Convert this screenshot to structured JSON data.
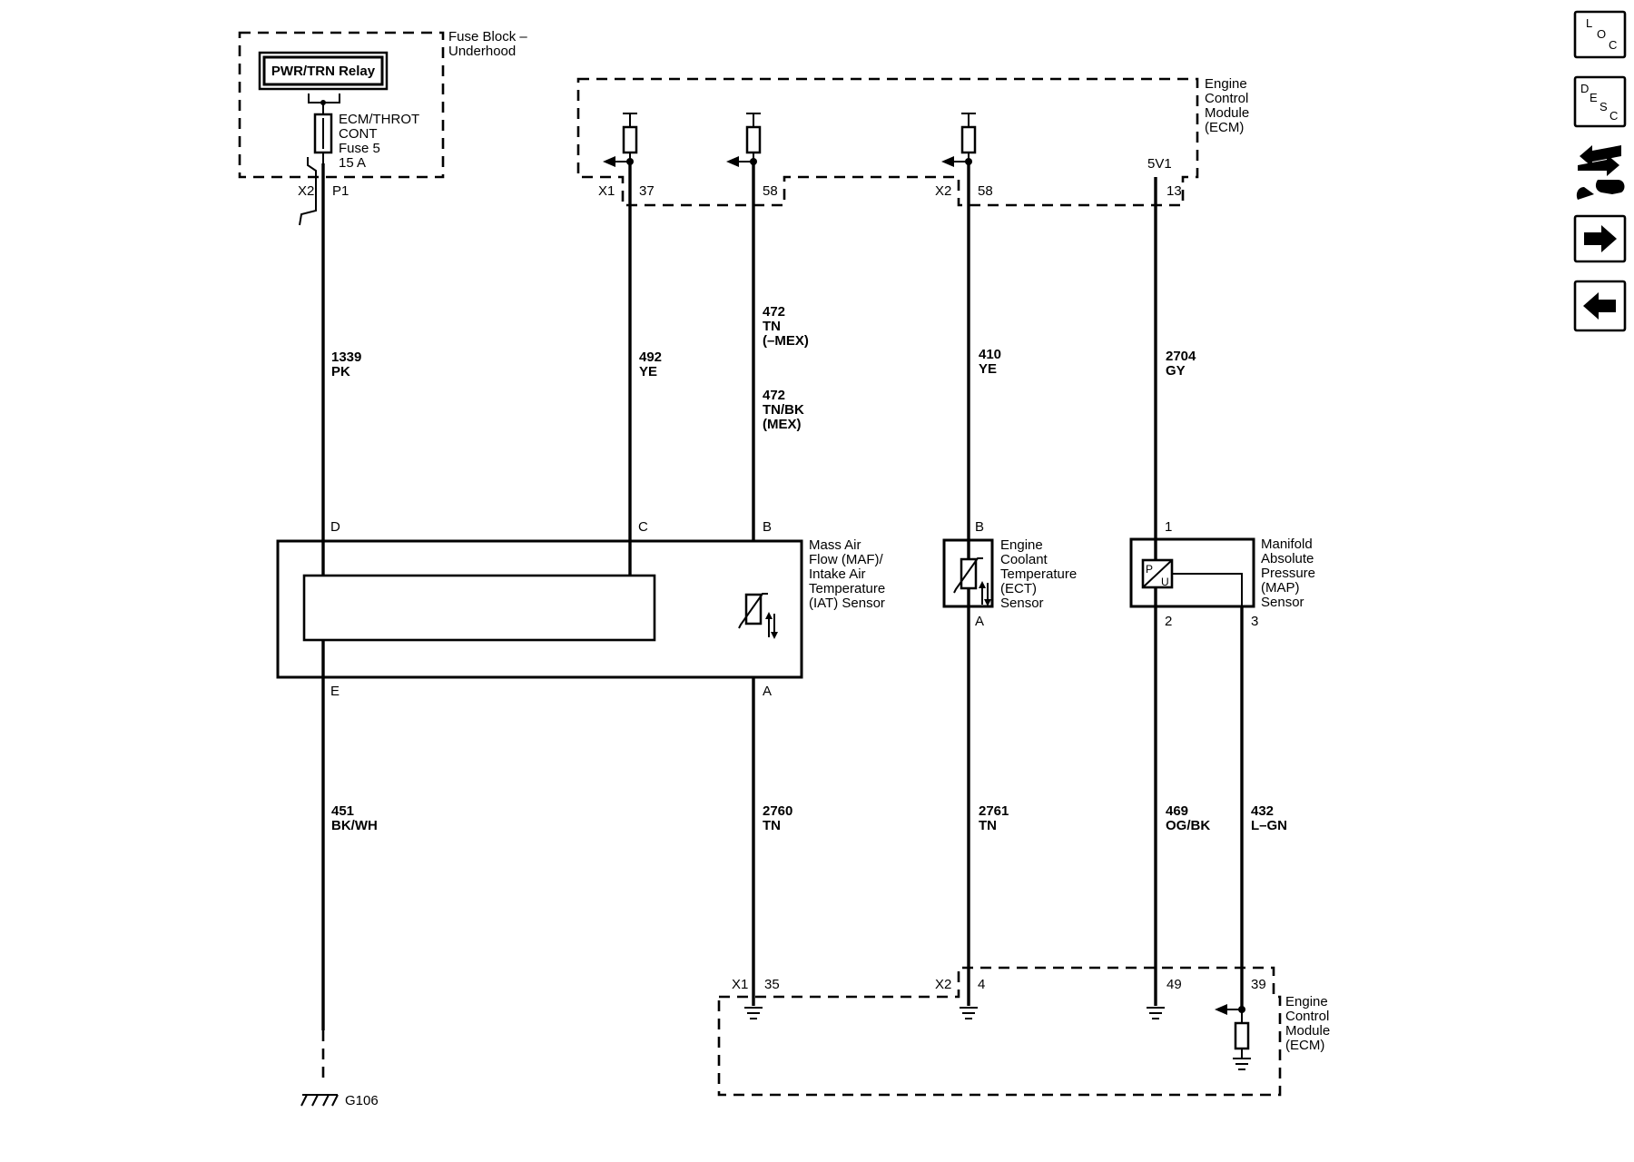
{
  "fuse_block": {
    "title_line1": "Fuse Block –",
    "title_line2": "Underhood",
    "relay_label": "PWR/TRN Relay",
    "fuse_line1": "ECM/THROT",
    "fuse_line2": "CONT",
    "fuse_line3": "Fuse 5",
    "fuse_line4": "15 A",
    "connector": "X2",
    "pin": "P1"
  },
  "ecm_top": {
    "title_line1": "Engine",
    "title_line2": "Control",
    "title_line3": "Module",
    "title_line4": "(ECM)",
    "connector_x1": "X1",
    "connector_x2": "X2",
    "pin_37": "37",
    "pin_58a": "58",
    "pin_58b": "58",
    "pin_13": "13",
    "supply_label": "5V1"
  },
  "wires": {
    "w1339_circuit": "1339",
    "w1339_color": "PK",
    "w492_circuit": "492",
    "w492_color": "YE",
    "w472_circuit": "472",
    "w472_color": "TN",
    "w472_note": "(–MEX)",
    "w472b_circuit": "472",
    "w472b_color": "TN/BK",
    "w472b_note": "(MEX)",
    "w410_circuit": "410",
    "w410_color": "YE",
    "w2704_circuit": "2704",
    "w2704_color": "GY",
    "w451_circuit": "451",
    "w451_color": "BK/WH",
    "w2760_circuit": "2760",
    "w2760_color": "TN",
    "w2761_circuit": "2761",
    "w2761_color": "TN",
    "w469_circuit": "469",
    "w469_color": "OG/BK",
    "w432_circuit": "432",
    "w432_color": "L–GN"
  },
  "maf_sensor": {
    "pin_d": "D",
    "pin_c": "C",
    "pin_b": "B",
    "pin_e": "E",
    "pin_a": "A",
    "label_line1": "Mass Air",
    "label_line2": "Flow (MAF)/",
    "label_line3": "Intake Air",
    "label_line4": "Temperature",
    "label_line5": "(IAT) Sensor"
  },
  "ect_sensor": {
    "pin_b": "B",
    "pin_a": "A",
    "label_line1": "Engine",
    "label_line2": "Coolant",
    "label_line3": "Temperature",
    "label_line4": "(ECT)",
    "label_line5": "Sensor"
  },
  "map_sensor": {
    "pin_1": "1",
    "pin_2": "2",
    "pin_3": "3",
    "label_line1": "Manifold",
    "label_line2": "Absolute",
    "label_line3": "Pressure",
    "label_line4": "(MAP)",
    "label_line5": "Sensor"
  },
  "ecm_bottom": {
    "title_line1": "Engine",
    "title_line2": "Control",
    "title_line3": "Module",
    "title_line4": "(ECM)",
    "connector_x1": "X1",
    "connector_x2": "X2",
    "pin_35": "35",
    "pin_4": "4",
    "pin_49": "49",
    "pin_39": "39"
  },
  "ground": {
    "label": "G106"
  },
  "nav": {
    "loc_l": "L",
    "loc_o": "O",
    "loc_c": "C",
    "desc_d": "D",
    "desc_e": "E",
    "desc_s": "S",
    "desc_c": "C"
  }
}
